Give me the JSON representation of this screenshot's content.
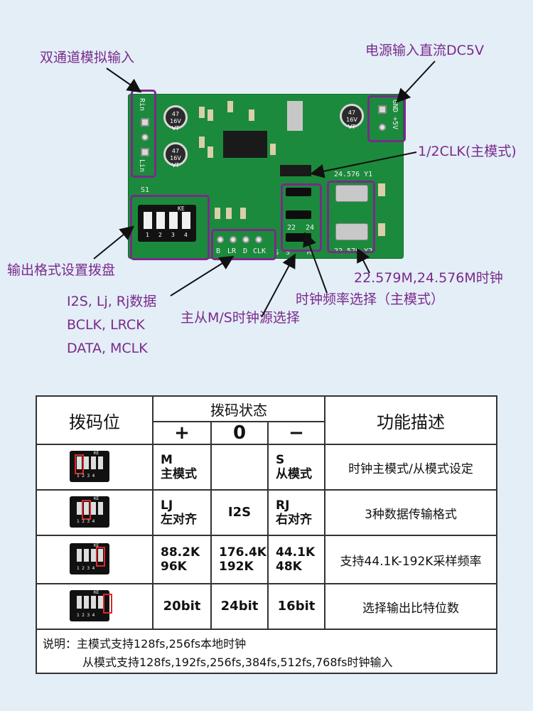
{
  "callouts": {
    "analog_input": "双通道模拟输入",
    "power_input": "电源输入直流DC5V",
    "half_clk": "1/2CLK(主模式)",
    "dip_setting": "输出格式设置拨盘",
    "clock_ref": "22.579M,24.576M时钟",
    "clock_freq_select": "时钟频率选择（主模式）",
    "ms_select": "主从M/S时钟源选择",
    "signals": [
      "I2S, Lj, Rj数据",
      "BCLK,  LRCK",
      "DATA, MCLK"
    ]
  },
  "board_silk": {
    "rin": "Rin",
    "lin": "Lin",
    "power": "GND +5V",
    "s1": "S1",
    "ke": "KE",
    "dip_numbers": [
      "1",
      "2",
      "3",
      "4"
    ],
    "header_labels": [
      "B",
      "LR",
      "D",
      "CLK"
    ],
    "jumper_labels": [
      "G",
      "S",
      "M"
    ],
    "jumper_labels2": [
      "22",
      "24"
    ],
    "freq_top": "24.576 Y1",
    "freq_bottom": "22.579 Y2",
    "cap": [
      "47",
      "16V",
      "VT"
    ]
  },
  "table": {
    "header_col1": "拨码位",
    "header_state": "拨码状态",
    "symbols": [
      "+",
      "0",
      "−"
    ],
    "header_func": "功能描述",
    "rows": [
      {
        "plus": [
          "M",
          "主模式"
        ],
        "zero": [],
        "minus": [
          "S",
          "从模式"
        ],
        "desc": "时钟主模式/从模式设定"
      },
      {
        "plus": [
          "LJ",
          "左对齐"
        ],
        "zero": [
          "I2S"
        ],
        "minus": [
          "RJ",
          "右对齐"
        ],
        "desc": "3种数据传输格式"
      },
      {
        "plus": [
          "88.2K",
          "96K"
        ],
        "zero": [
          "176.4K",
          "192K"
        ],
        "minus": [
          "44.1K",
          "48K"
        ],
        "desc": "支持44.1K-192K采样频率"
      },
      {
        "plus": [
          "20bit"
        ],
        "zero": [
          "24bit"
        ],
        "minus": [
          "16bit"
        ],
        "desc": "选择输出比特位数"
      }
    ],
    "note_line1": "说明：主模式支持128fs,256fs本地时钟",
    "note_line2": "从模式支持128fs,192fs,256fs,384fs,512fs,768fs时钟输入"
  },
  "colors": {
    "accent": "#7a2a8a",
    "pcb": "#1c8a3c",
    "highlight": "#d62a2a"
  }
}
